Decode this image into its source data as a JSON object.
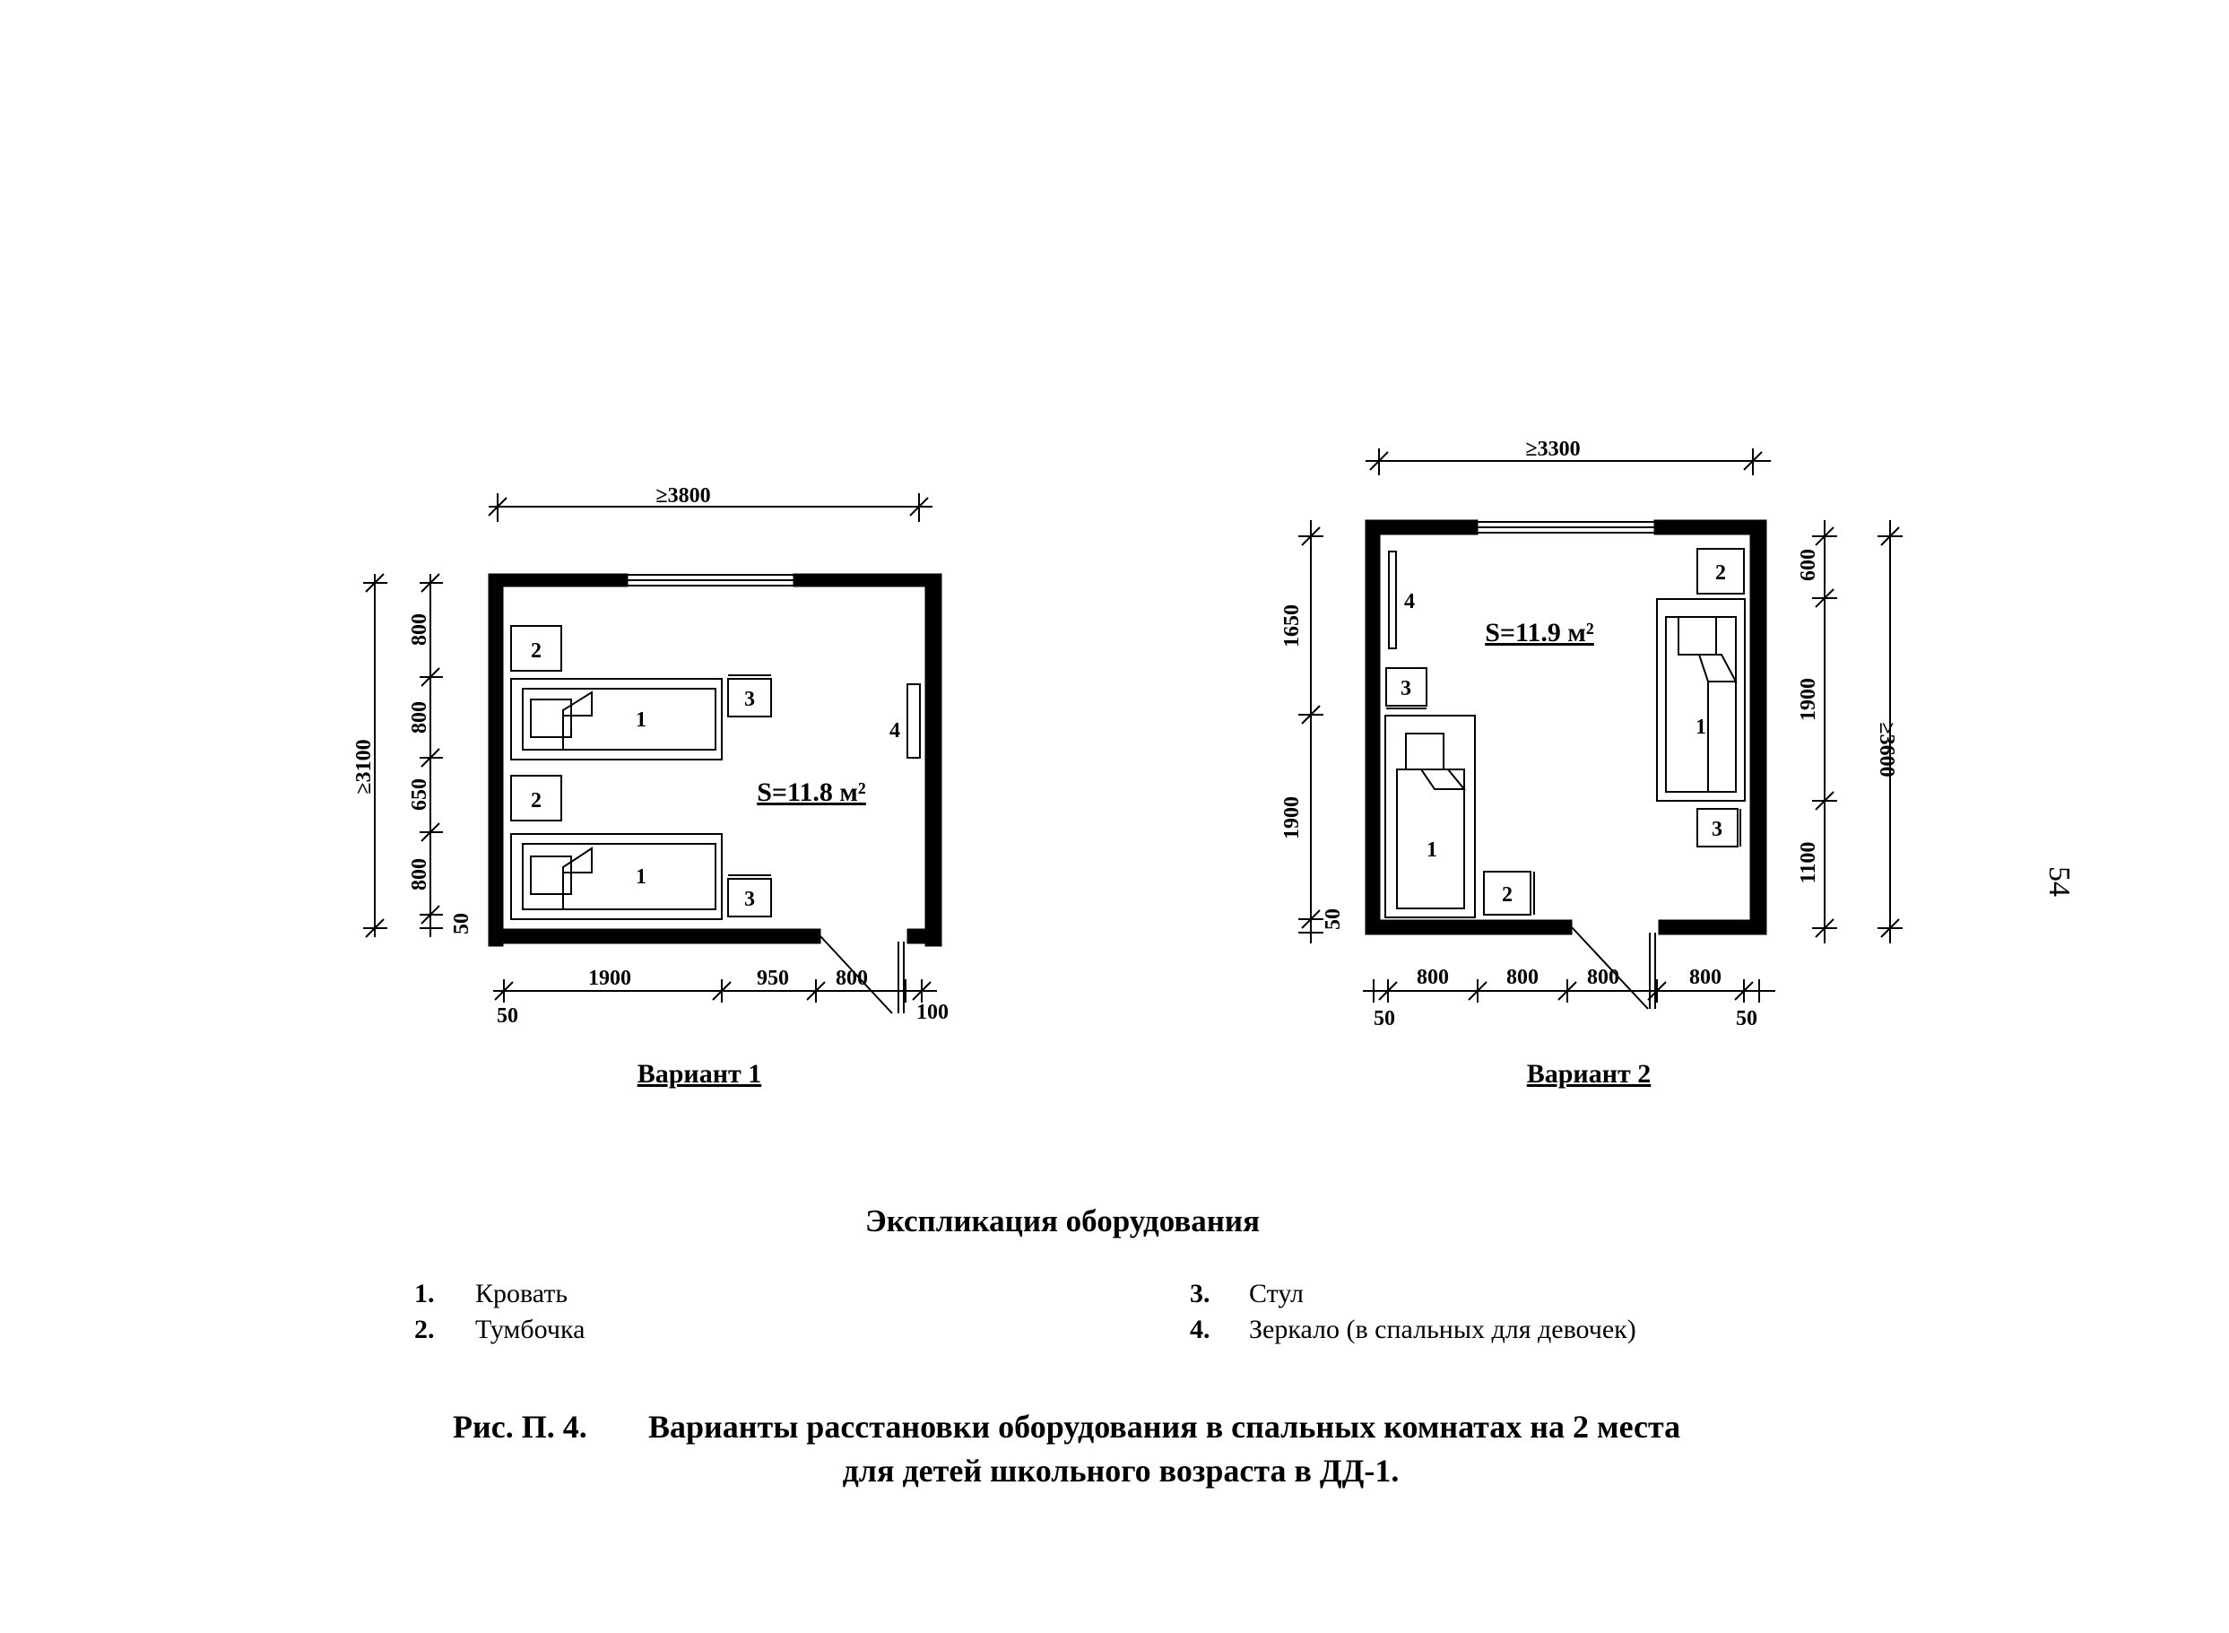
{
  "variant1": {
    "title": "Вариант 1",
    "area": "S=11.8 м²",
    "dims": {
      "width": "≥3800",
      "height": "≥3100",
      "left_800_a": "800",
      "left_800_b": "800",
      "left_650": "650",
      "left_800_c": "800",
      "left_50": "50",
      "bottom_1900": "1900",
      "bottom_950": "950",
      "bottom_800": "800",
      "bottom_50": "50",
      "bottom_100": "100"
    },
    "items": {
      "bed_a": "1",
      "bed_b": "1",
      "nightstand_a": "2",
      "nightstand_b": "2",
      "chair_a": "3",
      "chair_b": "3",
      "mirror": "4"
    }
  },
  "variant2": {
    "title": "Вариант 2",
    "area": "S=11.9 м²",
    "dims": {
      "width": "≥3300",
      "height": "≥3600",
      "left_1650": "1650",
      "left_1900": "1900",
      "left_50": "50",
      "right_600": "600",
      "right_1900": "1900",
      "right_1100": "1100",
      "bottom_800_a": "800",
      "bottom_800_b": "800",
      "bottom_800_c": "800",
      "bottom_800_d": "800",
      "bottom_50_a": "50",
      "bottom_50_b": "50"
    },
    "items": {
      "bed_a": "1",
      "bed_b": "1",
      "nightstand_a": "2",
      "nightstand_b": "2",
      "chair_a": "3",
      "chair_b": "3",
      "mirror": "4"
    }
  },
  "legend": {
    "heading": "Экспликация оборудования",
    "items": [
      {
        "num": "1.",
        "label": "Кровать"
      },
      {
        "num": "2.",
        "label": "Тумбочка"
      },
      {
        "num": "3.",
        "label": "Стул"
      },
      {
        "num": "4.",
        "label": "Зеркало (в спальных для девочек)"
      }
    ]
  },
  "caption": {
    "number": "Рис. П. 4.",
    "line1": "Варианты расстановки оборудования в спальных комнатах на 2 места",
    "line2": "для детей школьного возраста в ДД-1."
  },
  "page_number": "54"
}
